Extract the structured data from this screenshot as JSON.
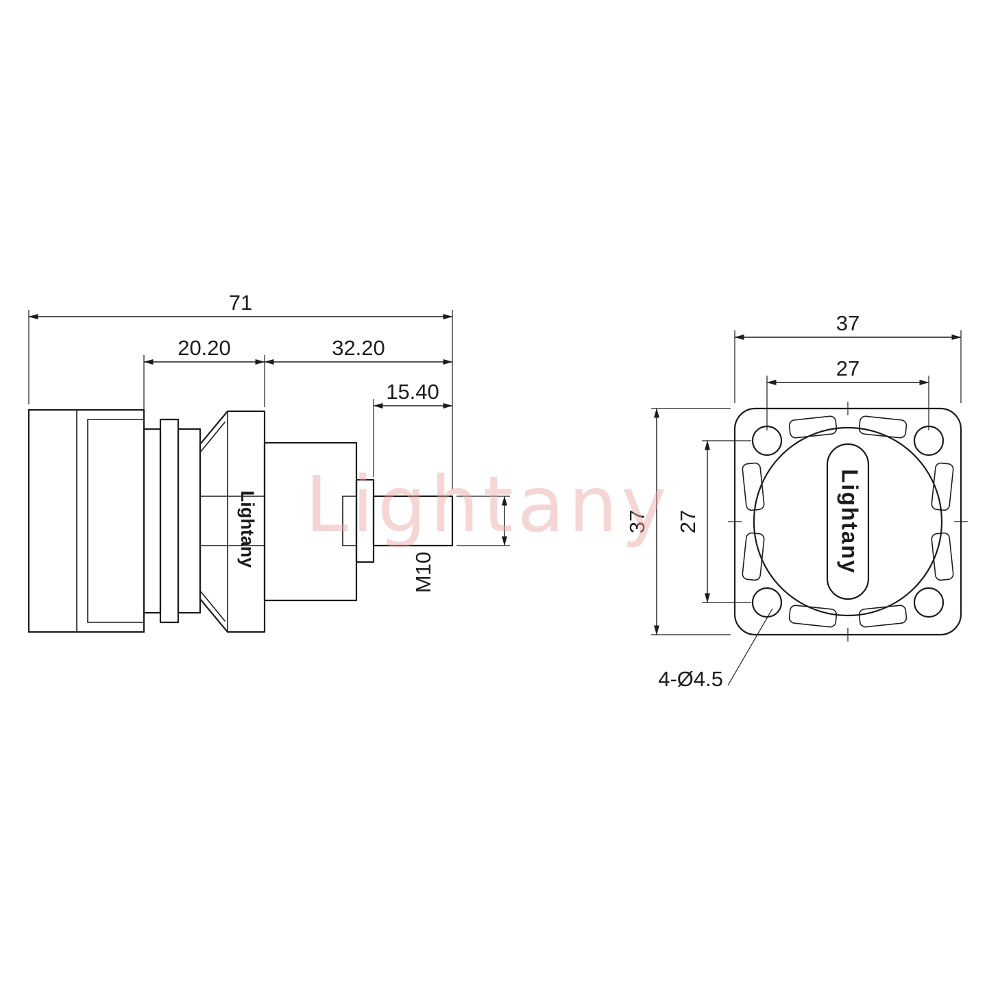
{
  "watermark": {
    "text": "Lightany",
    "color": "#eda4a4",
    "opacity": "0.45"
  },
  "line_color": "#1c1c1c",
  "side_view": {
    "brand": "Lightany",
    "dims": {
      "total": "71",
      "rear": "20.20",
      "front": "32.20",
      "stud": "15.40",
      "thread": "M10"
    }
  },
  "front_view": {
    "brand": "Lightany",
    "dims": {
      "width": "37",
      "height": "37",
      "hole_spacing_h": "27",
      "hole_spacing_v": "27",
      "hole_callout": "4-Ø4.5"
    }
  }
}
